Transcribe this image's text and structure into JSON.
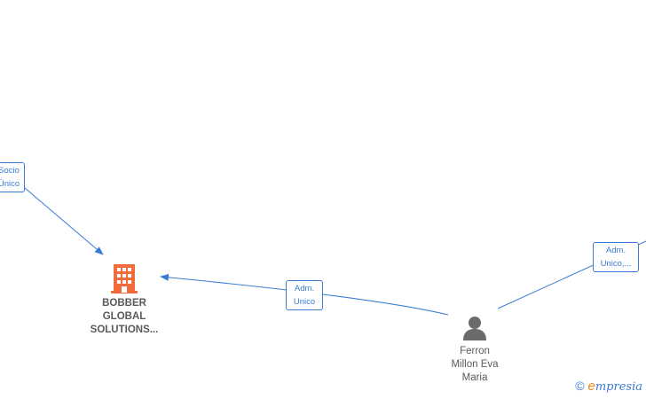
{
  "nodes": {
    "company": {
      "line1": "BOBBER",
      "line2": "GLOBAL",
      "line3": "SOLUTIONS...",
      "icon": "building-icon",
      "color": "#f26b3a"
    },
    "person": {
      "line1": "Ferron",
      "line2": "Millon Eva",
      "line3": "Maria",
      "icon": "person-icon",
      "color": "#6b6b6b"
    }
  },
  "edges": {
    "socio": {
      "line1": "Socio",
      "line2": "Único"
    },
    "adm_center": {
      "line1": "Adm.",
      "line2": "Unico"
    },
    "adm_right": {
      "line1": "Adm.",
      "line2": "Unico,..."
    }
  },
  "colors": {
    "edge": "#3a7bd5",
    "brand_accent": "#f08a1c"
  },
  "watermark": {
    "copyright": "©",
    "brand_initial": "e",
    "brand_rest": "mpresia"
  }
}
